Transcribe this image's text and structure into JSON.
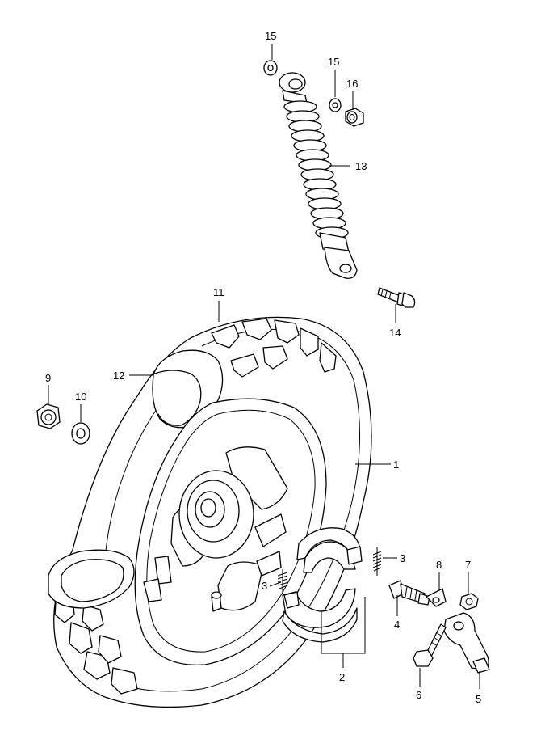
{
  "parts": [
    {
      "id": "p1",
      "number": "1"
    },
    {
      "id": "p2",
      "number": "2"
    },
    {
      "id": "p3a",
      "number": "3"
    },
    {
      "id": "p3b",
      "number": "3"
    },
    {
      "id": "p4",
      "number": "4"
    },
    {
      "id": "p5",
      "number": "5"
    },
    {
      "id": "p6",
      "number": "6"
    },
    {
      "id": "p7",
      "number": "7"
    },
    {
      "id": "p8",
      "number": "8"
    },
    {
      "id": "p9",
      "number": "9"
    },
    {
      "id": "p10",
      "number": "10"
    },
    {
      "id": "p11",
      "number": "11"
    },
    {
      "id": "p12",
      "number": "12"
    },
    {
      "id": "p13",
      "number": "13"
    },
    {
      "id": "p14",
      "number": "14"
    },
    {
      "id": "p15a",
      "number": "15"
    },
    {
      "id": "p15b",
      "number": "15"
    },
    {
      "id": "p16",
      "number": "16"
    }
  ]
}
